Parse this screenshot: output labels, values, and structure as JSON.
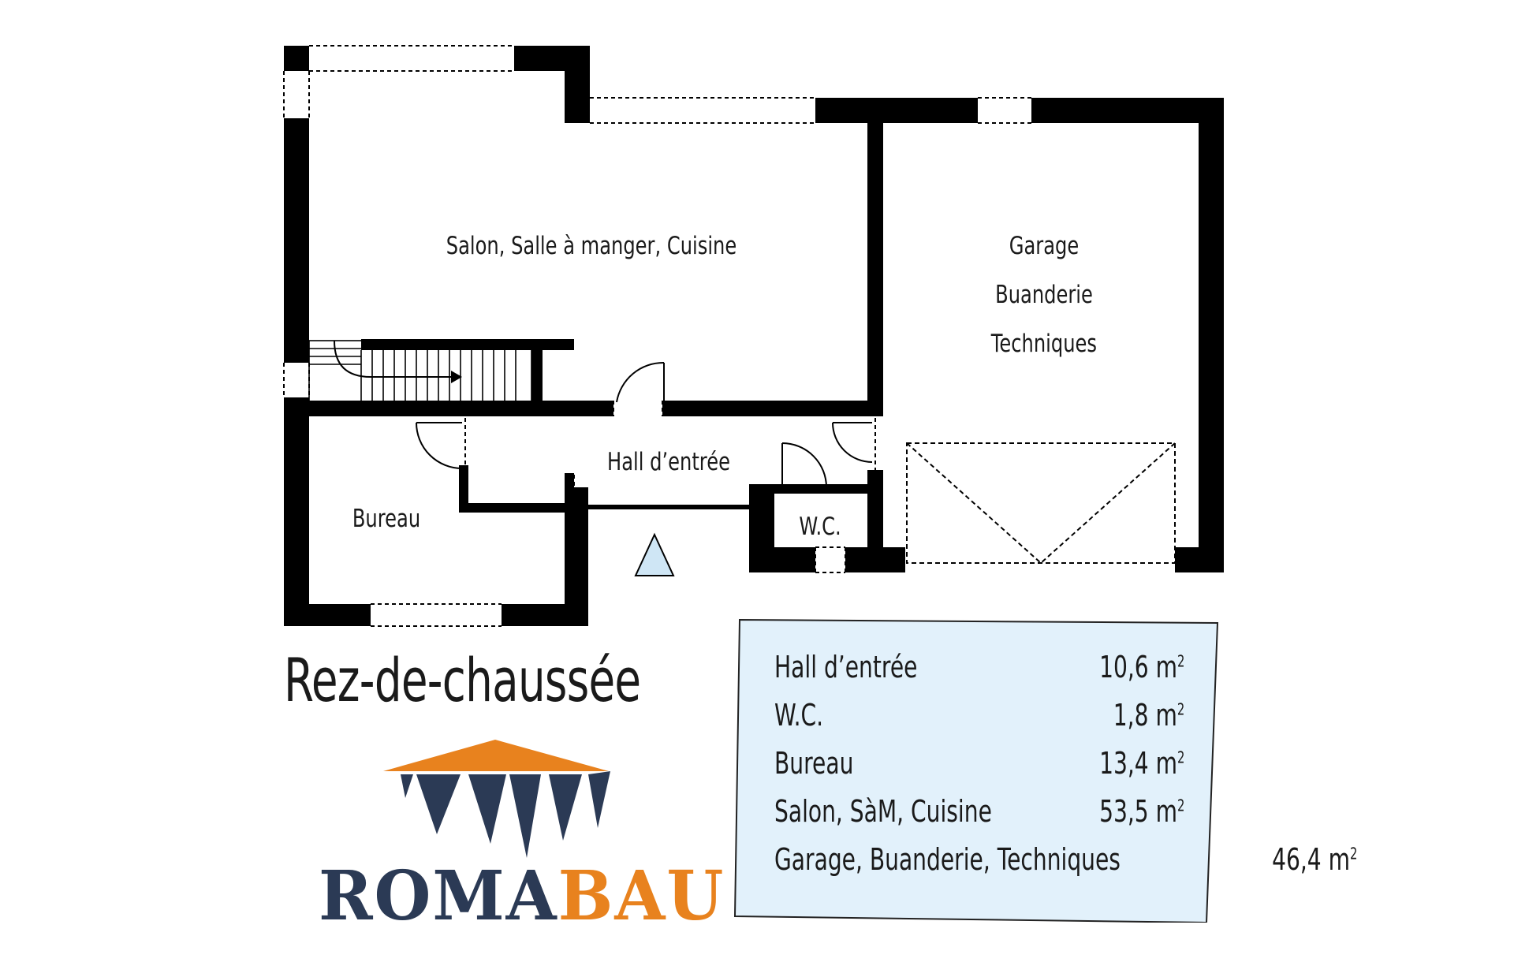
{
  "floor_title": "Rez-de-chaussée",
  "rooms": {
    "salon": "Salon, Salle à manger, Cuisine",
    "garage_line1": "Garage",
    "garage_line2": "Buanderie",
    "garage_line3": "Techniques",
    "hall": "Hall d’entrée",
    "bureau": "Bureau",
    "wc": "W.C."
  },
  "areas": [
    {
      "name": "Hall d’entrée",
      "value": "10,6 m",
      "unit_exp": "2"
    },
    {
      "name": "W.C.",
      "value": "1,8 m",
      "unit_exp": "2"
    },
    {
      "name": "Bureau",
      "value": "13,4 m",
      "unit_exp": "2"
    },
    {
      "name": "Salon, SàM, Cuisine",
      "value": "53,5 m",
      "unit_exp": "2"
    },
    {
      "name": "Garage, Buanderie, Techniques",
      "value": "46,4 m",
      "unit_exp": "2"
    }
  ],
  "logo": {
    "part1": "ROMA",
    "part2": "BAU",
    "color_primary": "#2b3a55",
    "color_accent": "#e8821e"
  },
  "colors": {
    "wall": "#000000",
    "area_box_fill": "#e2f1fb",
    "entrance_marker": "#cfe6f5"
  }
}
